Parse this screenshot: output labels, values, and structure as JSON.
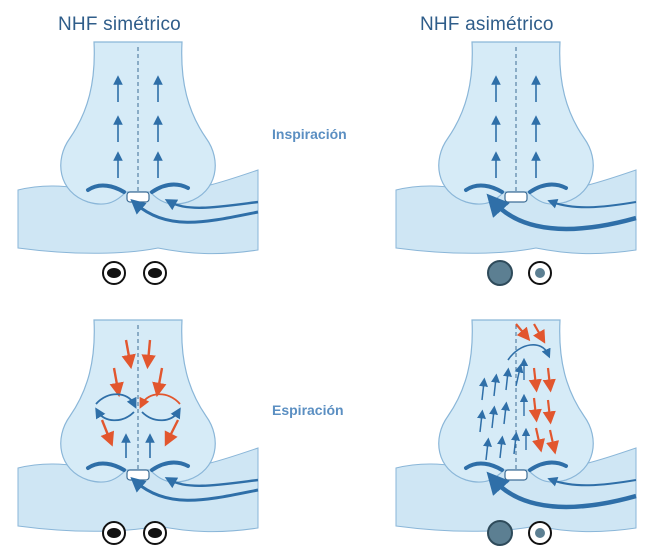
{
  "titles": {
    "left": "NHF simétrico",
    "right": "NHF asimétrico"
  },
  "phases": {
    "inspiration": "Inspiración",
    "expiration": "Espiración"
  },
  "colors": {
    "title": "#2f5d8a",
    "phase_label": "#5b8fc2",
    "nose_fill": "#d6ebf7",
    "nose_stroke": "#8ab6d8",
    "airflow_blue": "#2f6fa8",
    "airflow_red": "#e2562e",
    "nostril_dark": "#111111",
    "nostril_blocked": "#5c7f92"
  },
  "panels": [
    {
      "id": "symmetric-inspiration",
      "arrows": "blue-up",
      "nostrils": [
        "open",
        "open"
      ]
    },
    {
      "id": "asymmetric-inspiration",
      "arrows": "blue-up",
      "nostrils": [
        "blocked",
        "open"
      ]
    },
    {
      "id": "symmetric-expiration",
      "arrows": "red-down-blue-up-swirl",
      "nostrils": [
        "open",
        "open"
      ]
    },
    {
      "id": "asymmetric-expiration",
      "arrows": "blue-up-red-down",
      "nostrils": [
        "blocked",
        "open"
      ]
    }
  ]
}
